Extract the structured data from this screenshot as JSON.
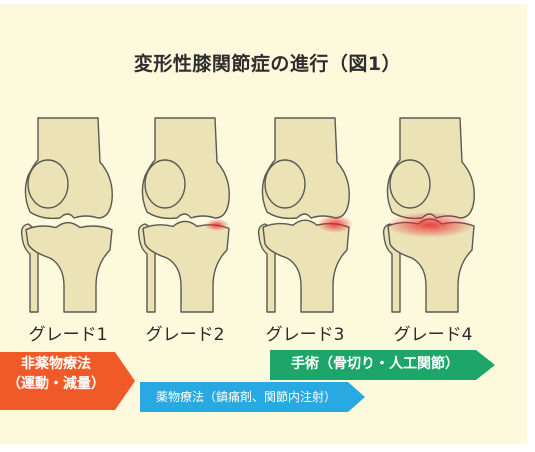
{
  "title": "変形性膝関節症の進行（図1）",
  "grades": [
    {
      "label": "グレード1",
      "inflammation": 0
    },
    {
      "label": "グレード2",
      "inflammation": 1
    },
    {
      "label": "グレード3",
      "inflammation": 2
    },
    {
      "label": "グレード4",
      "inflammation": 3
    }
  ],
  "treatments": {
    "non_drug": {
      "line1": "非薬物療法",
      "line2": "（運動・減量）",
      "color": "#ef5a28"
    },
    "drug": {
      "label": "薬物療法（鎮痛剤、関節内注射）",
      "color": "#29a9e1"
    },
    "surgery": {
      "label": "手術（骨切り・人工関節）",
      "color": "#1ea66a"
    }
  },
  "colors": {
    "background": "#fdf9dc",
    "bone_fill": "#ebe2b6",
    "bone_outline": "#5a5a52",
    "inflammation": "#e8252d"
  }
}
